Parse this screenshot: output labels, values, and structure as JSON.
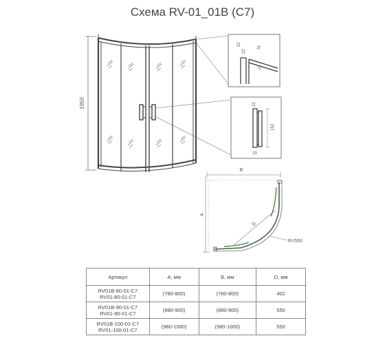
{
  "title": "Схема RV-01_01B (C7)",
  "dimensions": {
    "height": "1950",
    "top_a": "22",
    "top_b": "16",
    "top_c": "22",
    "top_d": "23",
    "handle_top": "22",
    "handle_len": "153",
    "handle_w": "19",
    "plan_b": "B",
    "plan_a": "A",
    "plan_d": "D",
    "plan_r": "R=550"
  },
  "table": {
    "headers": [
      "Артикул",
      "A, мм",
      "B, мм",
      "D, мм"
    ],
    "rows": [
      {
        "articles": [
          "RV01B-80-01-C7",
          "RV01-80-01-C7"
        ],
        "a": "(780-800)",
        "b": "(780-800)",
        "d": "402"
      },
      {
        "articles": [
          "RV01B-90-01-C7",
          "RV01-90-01-C7"
        ],
        "a": "(880-900)",
        "b": "(880-900)",
        "d": "550"
      },
      {
        "articles": [
          "RV01B-100-01-C7",
          "RV01-100-01-C7"
        ],
        "a": "(980-1000)",
        "b": "(980-1000)",
        "d": "550"
      }
    ]
  },
  "colors": {
    "line": "#444444",
    "glass": "#5a5a5a",
    "green": "#3a8a3a"
  }
}
